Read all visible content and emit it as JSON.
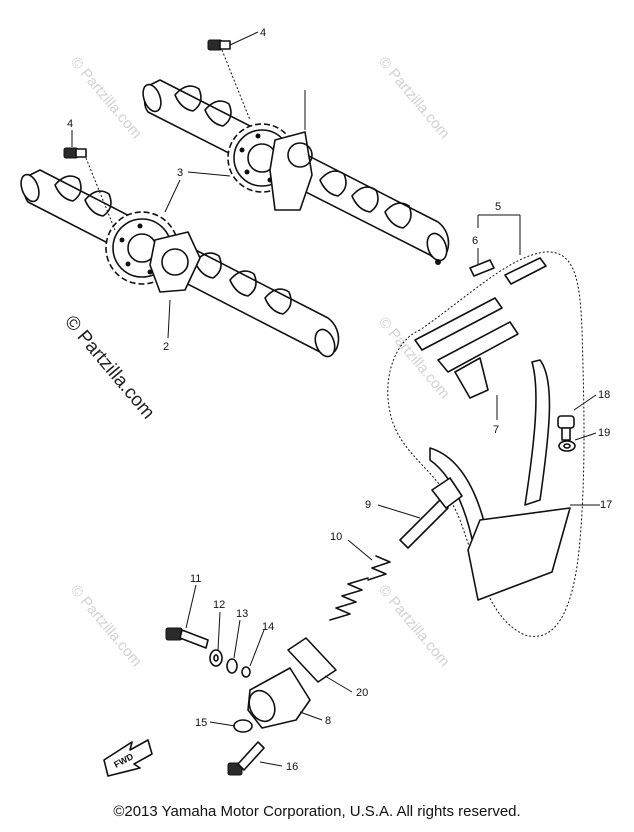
{
  "copyright": "©2013 Yamaha Motor Corporation, U.S.A. All rights reserved.",
  "watermarks": {
    "small": "© Partzilla.com",
    "large": "© Partzilla.com"
  },
  "fwd_label": "FWD",
  "callouts": [
    {
      "id": "2",
      "text": "2"
    },
    {
      "id": "3",
      "text": "3"
    },
    {
      "id": "4a",
      "text": "4"
    },
    {
      "id": "4b",
      "text": "4"
    },
    {
      "id": "5",
      "text": "5"
    },
    {
      "id": "6",
      "text": "6"
    },
    {
      "id": "7",
      "text": "7"
    },
    {
      "id": "8",
      "text": "8"
    },
    {
      "id": "9",
      "text": "9"
    },
    {
      "id": "10",
      "text": "10"
    },
    {
      "id": "11",
      "text": "11"
    },
    {
      "id": "12",
      "text": "12"
    },
    {
      "id": "13",
      "text": "13"
    },
    {
      "id": "14",
      "text": "14"
    },
    {
      "id": "15",
      "text": "15"
    },
    {
      "id": "16",
      "text": "16"
    },
    {
      "id": "17",
      "text": "17"
    },
    {
      "id": "18",
      "text": "18"
    },
    {
      "id": "19",
      "text": "19"
    },
    {
      "id": "20",
      "text": "20"
    }
  ]
}
